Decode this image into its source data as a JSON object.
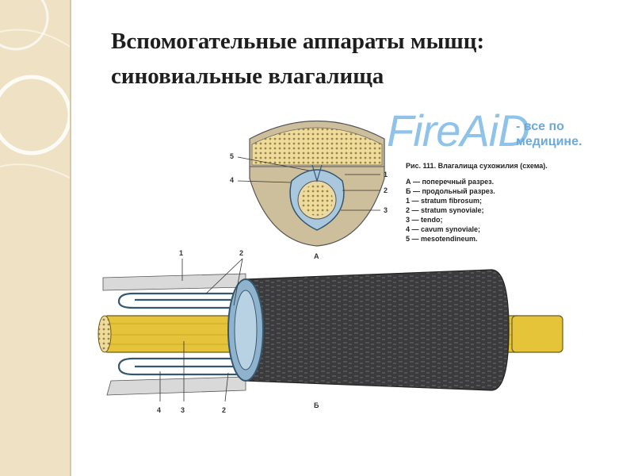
{
  "title": {
    "line1": "Вспомогательные аппараты мышц:",
    "line2": "синовиальные влагалища"
  },
  "watermark": {
    "brand": "FireAiD",
    "tagline": "- все по медицине."
  },
  "figure": {
    "caption": "Рис. 111. Влагалища сухожилия (схема).",
    "legend": [
      "А — поперечный разрез.",
      "Б — продольный разрез.",
      "1 — stratum fibrosum;",
      "2 — stratum synoviale;",
      "3 — tendo;",
      "4 — cavum synoviale;",
      "5 — mesotendineum."
    ],
    "section_labels": {
      "a": "А",
      "b": "Б"
    },
    "callouts_a": [
      "5",
      "4",
      "1",
      "2",
      "3"
    ],
    "callouts_b_top": [
      "1",
      "2"
    ],
    "callouts_b_bottom": [
      "4",
      "3",
      "2"
    ]
  },
  "colors": {
    "sidebar": "#efe2c4",
    "tendon": "#e6c43a",
    "sheath_dark": "#3b3b3d",
    "synovial_blue": "#a9c7dd",
    "tissue": "#cdbf9c"
  }
}
